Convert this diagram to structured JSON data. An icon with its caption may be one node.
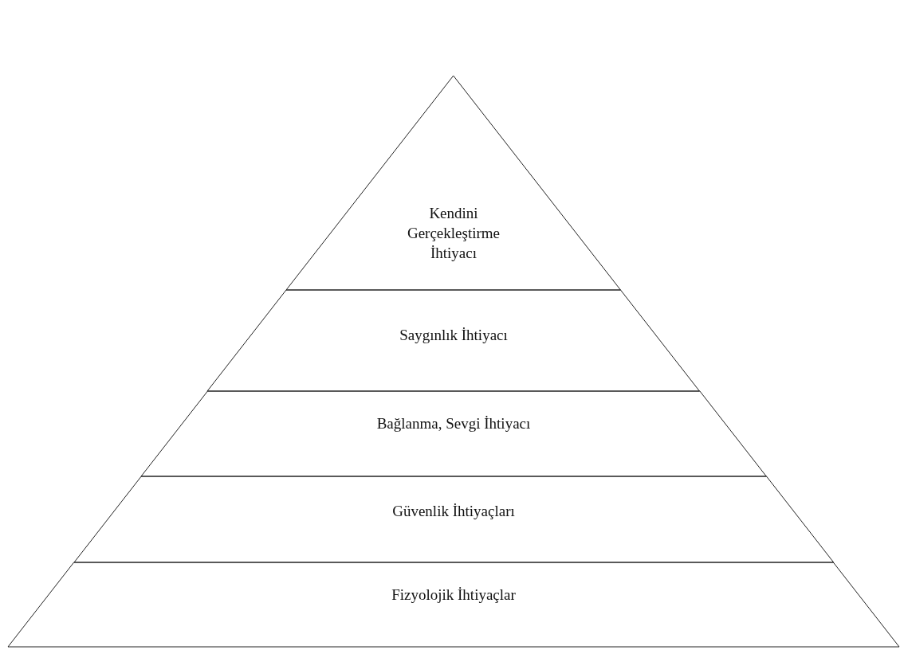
{
  "diagram": {
    "nodes": [
      {
        "text": [
          "Kendini Gerçekleştirme İhtiyacı"
        ]
      },
      {
        "text": [
          "Saygınlık İhtiyacı"
        ]
      },
      {
        "text": [
          "Bağlanma, Sevgi İhtiyacı"
        ]
      },
      {
        "text": [
          "Güvenlik İhtiyaçları"
        ]
      },
      {
        "text": [
          "Fizyolojik İhtiyaçlar"
        ]
      }
    ]
  }
}
